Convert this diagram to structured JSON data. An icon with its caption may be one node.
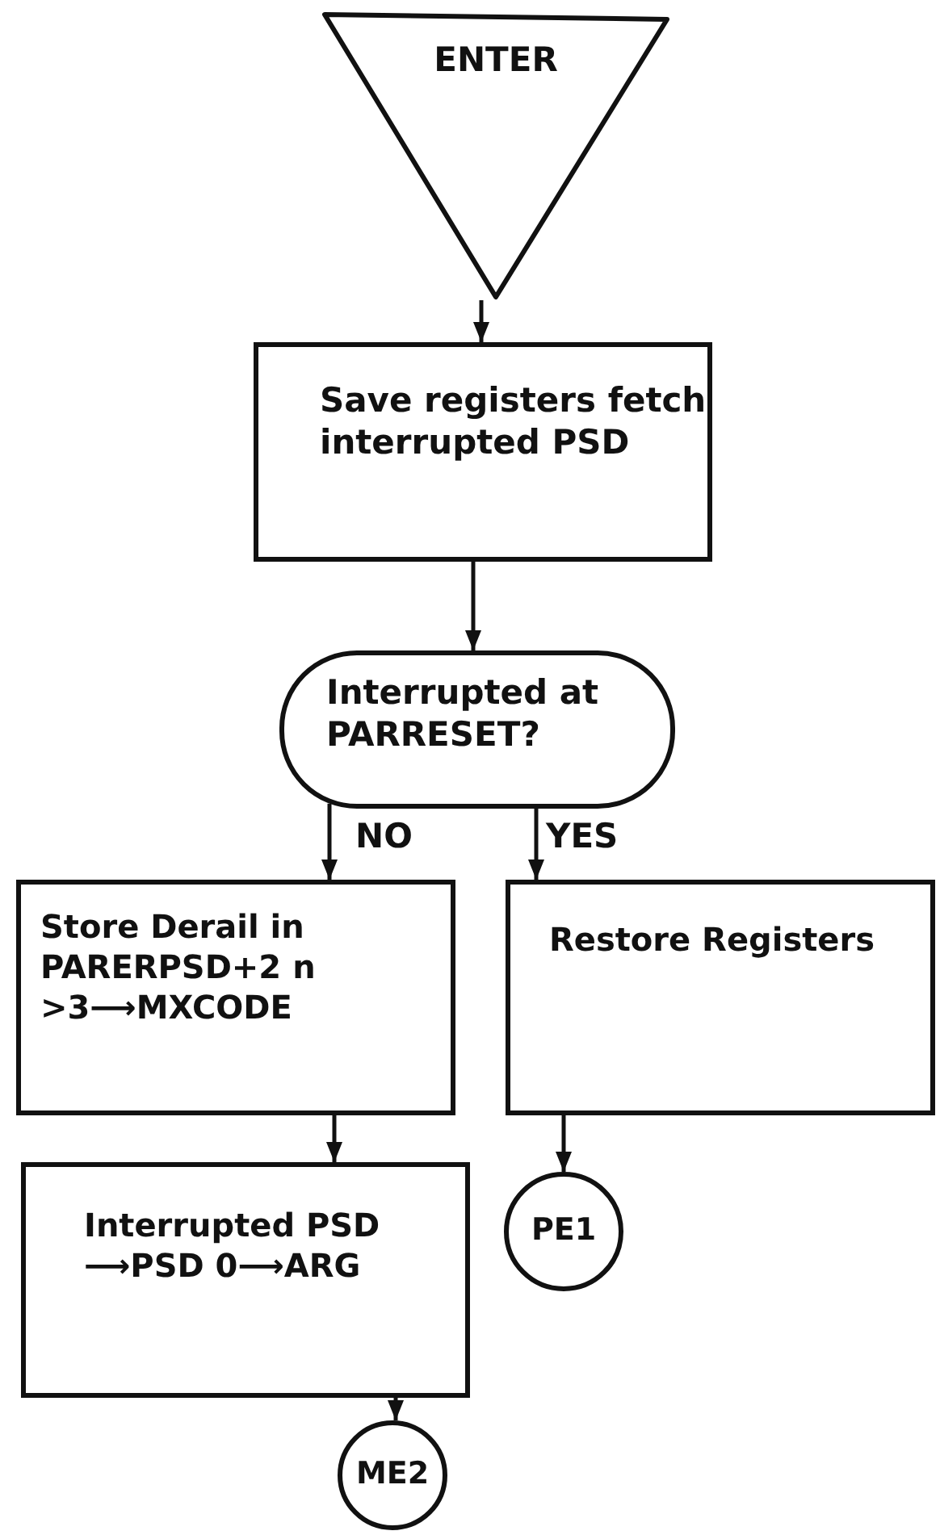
{
  "diagram": {
    "nodes": [
      {
        "text": [
          "ENTER"
        ]
      },
      {
        "text": [
          "Save registers fetch interrupted PSD"
        ]
      },
      {
        "text": [
          "Interrupted at PARRESET?"
        ]
      },
      {
        "text": [
          "Store Derail in PARERPSD+2 n >3⟶MXCODE"
        ]
      },
      {
        "text": [
          "Restore Registers"
        ]
      },
      {
        "text": [
          "Interrupted PSD ⟶PSD 0⟶ARG"
        ]
      },
      {
        "text": [
          "PE1"
        ]
      },
      {
        "text": [
          "ME2"
        ]
      }
    ],
    "edges": [
      {
        "from": 0,
        "to": 1,
        "arrow": "to"
      },
      {
        "from": 1,
        "to": 2,
        "arrow": "to"
      },
      {
        "from": 2,
        "to": 3,
        "arrow": "to",
        "label": "NO"
      },
      {
        "from": 2,
        "to": 4,
        "arrow": "to",
        "label": "YES"
      },
      {
        "from": 3,
        "to": 5,
        "arrow": "to"
      },
      {
        "from": 4,
        "to": 6,
        "arrow": "to"
      },
      {
        "from": 5,
        "to": 7,
        "arrow": "to"
      }
    ]
  }
}
